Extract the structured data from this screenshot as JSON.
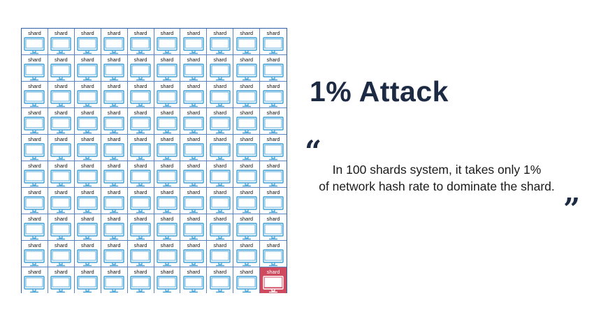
{
  "diagram": {
    "rows": 10,
    "cols": 10,
    "cell_label": "shard",
    "cell_icon": "monitor-icon",
    "highlighted_index": 99,
    "colors": {
      "grid_border": "#5a85c4",
      "icon_stroke": "#3d9fd6",
      "highlight_fill": "#cf4a5e"
    }
  },
  "title": "1% Attack",
  "quote": {
    "open_mark": "“",
    "line1": "In 100 shards system, it takes only 1%",
    "line2": "of network hash rate to dominate the shard.",
    "close_mark": "”"
  }
}
